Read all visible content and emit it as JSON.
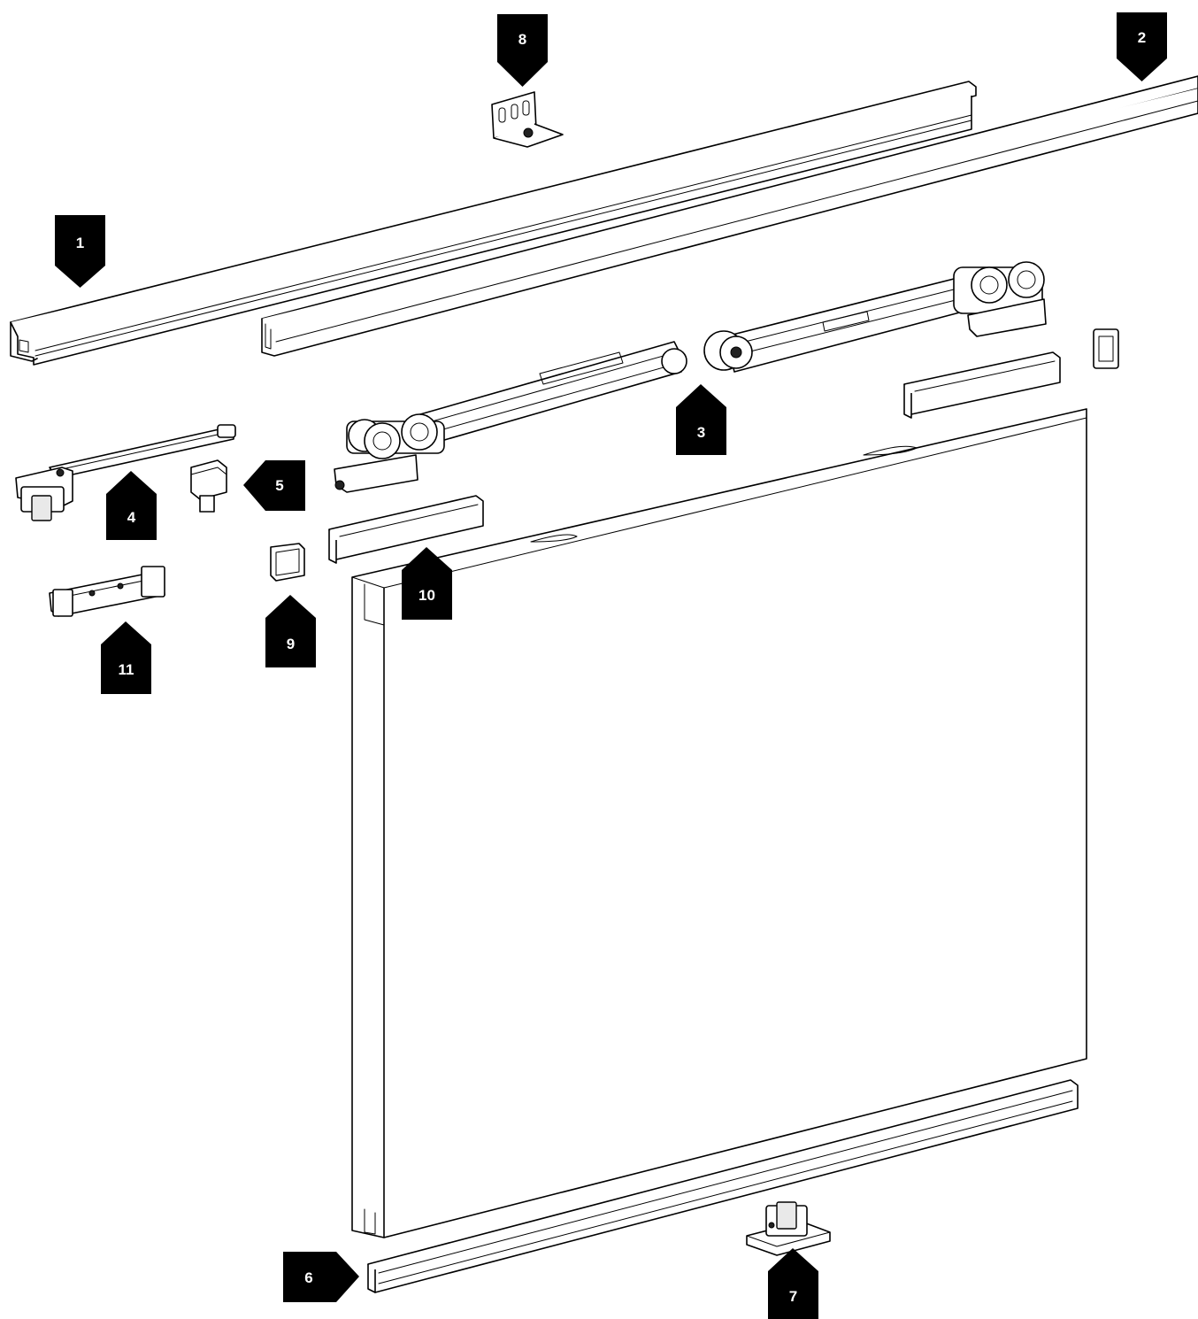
{
  "figure": {
    "background_color": "#ffffff",
    "line_color": "#000000",
    "callout_fill": "#000000",
    "callout_text_color": "#ffffff"
  },
  "callouts": [
    {
      "id": "1",
      "label": "1",
      "direction": "down"
    },
    {
      "id": "2",
      "label": "2",
      "direction": "down"
    },
    {
      "id": "3",
      "label": "3",
      "direction": "up"
    },
    {
      "id": "4",
      "label": "4",
      "direction": "up"
    },
    {
      "id": "5",
      "label": "5",
      "direction": "left"
    },
    {
      "id": "6",
      "label": "6",
      "direction": "right"
    },
    {
      "id": "7",
      "label": "7",
      "direction": "up"
    },
    {
      "id": "8",
      "label": "8",
      "direction": "down"
    },
    {
      "id": "9",
      "label": "9",
      "direction": "up"
    },
    {
      "id": "10",
      "label": "10",
      "direction": "up"
    },
    {
      "id": "11",
      "label": "11",
      "direction": "up"
    }
  ]
}
